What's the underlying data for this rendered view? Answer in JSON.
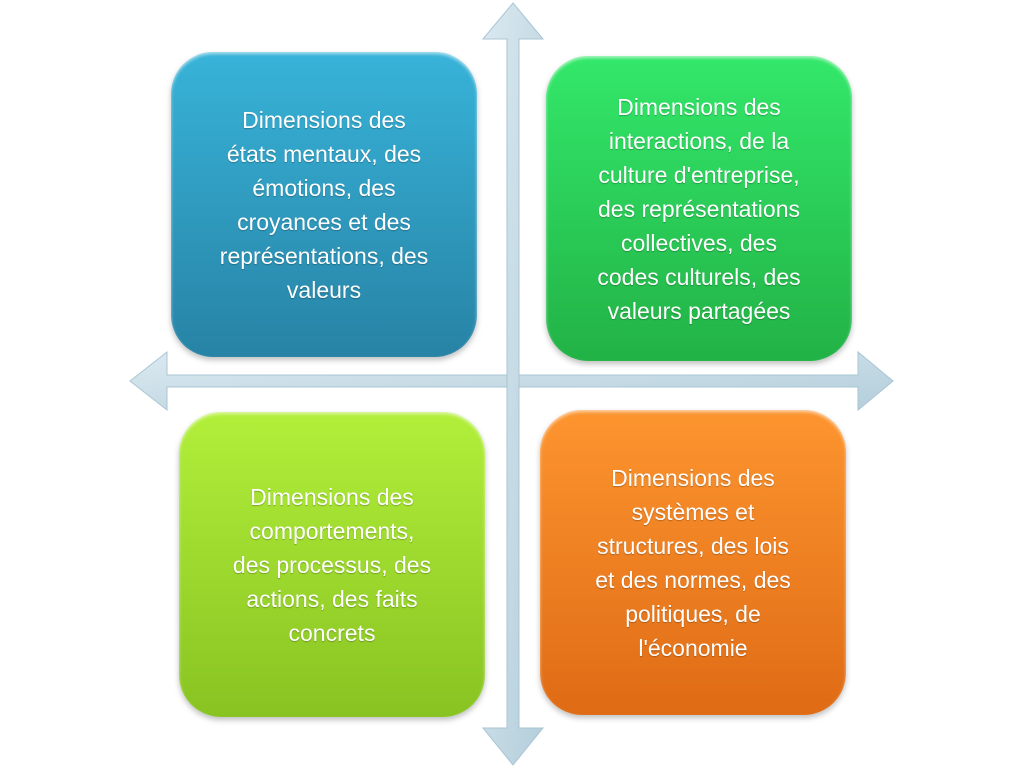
{
  "colors": {
    "axis": "#c5dbe6",
    "top_left": "#2fa0c6",
    "top_right": "#2bd35c",
    "bottom_left": "#9fdc2e",
    "bottom_right": "#f07f22"
  },
  "quadrants": {
    "top_left": "Dimensions des\nétats mentaux, des\némotions, des\ncroyances et des\nreprésentations, des\nvaleurs",
    "top_right": "Dimensions des\ninteractions, de la\nculture d'entreprise,\ndes représentations\ncollectives, des\ncodes culturels, des\nvaleurs partagées",
    "bottom_left": "Dimensions des\ncomportements,\ndes processus, des\nactions, des faits\nconcrets",
    "bottom_right": "Dimensions des\nsystèmes et\nstructures, des lois\net des normes, des\npolitiques, de\nl'économie"
  }
}
